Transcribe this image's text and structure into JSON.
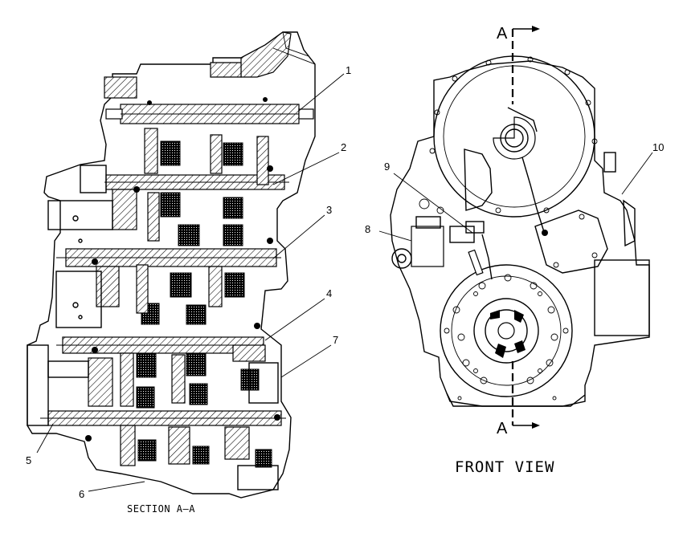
{
  "figure": {
    "section_label": "SECTION A–A",
    "front_view_label": "FRONT VIEW",
    "section_marks": {
      "top": "A",
      "bottom": "A"
    },
    "callouts": [
      "1",
      "2",
      "3",
      "4",
      "5",
      "6",
      "7",
      "8",
      "9",
      "10"
    ]
  }
}
